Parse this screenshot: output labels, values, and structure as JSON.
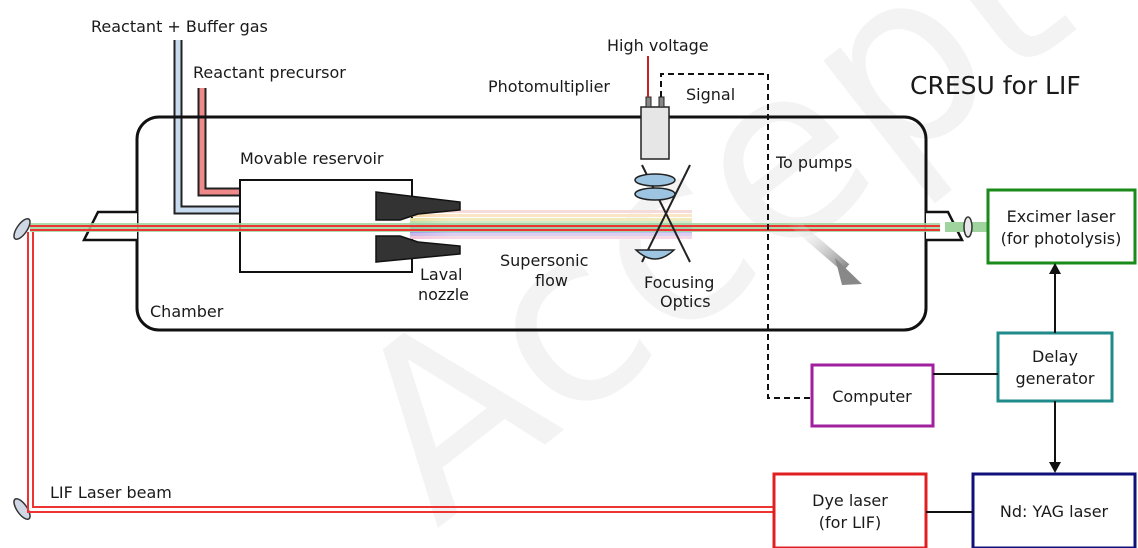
{
  "title": "CRESU for LIF",
  "labels": {
    "reactant_buffer": "Reactant + Buffer gas",
    "reactant_precursor": "Reactant precursor",
    "high_voltage": "High voltage",
    "photomultiplier": "Photomultiplier",
    "signal": "Signal",
    "movable_reservoir": "Movable reservoir",
    "to_pumps": "To pumps",
    "laval_1": "Laval",
    "laval_2": "nozzle",
    "supersonic_1": "Supersonic",
    "supersonic_2": "flow",
    "focusing_1": "Focusing",
    "focusing_2": "Optics",
    "chamber": "Chamber",
    "lif_beam": "LIF Laser beam"
  },
  "boxes": {
    "excimer_1": "Excimer laser",
    "excimer_2": "(for photolysis)",
    "delay_1": "Delay",
    "delay_2": "generator",
    "computer": "Computer",
    "dye_1": "Dye laser",
    "dye_2": "(for LIF)",
    "ndyag": "Nd: YAG laser"
  },
  "watermark": "Accepted manuscript",
  "colors": {
    "excimer": "#1a8a1a",
    "delay": "#1f8a8a",
    "computer": "#a020a0",
    "dye": "#e02020",
    "ndyag": "#10107a",
    "red_beam": "#ee3333",
    "green_beam": "#88cc88",
    "buffer_tube": "#9bb8d6",
    "precursor_tube": "#e05050"
  }
}
